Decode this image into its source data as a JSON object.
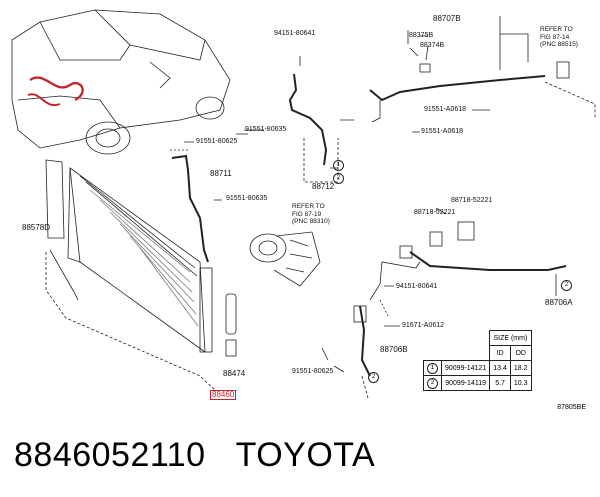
{
  "caption": {
    "part_number": "8846052110",
    "brand": "TOYOTA"
  },
  "figure_code": "87805BE",
  "labels": {
    "p88707B": "88707B",
    "p88375B": "88375B",
    "p88374B": "88374B",
    "p94151_80641_top": "94151-80641",
    "p91551_A0618_a": "91551-A0618",
    "p91551_A0618_b": "91551-A0618",
    "p91551_80635_a": "91551-80635",
    "p91551_80625_a": "91551-80625",
    "p88711": "88711",
    "p91551_80635_b": "91551-80635",
    "p88712": "88712",
    "p88578D": "88578D",
    "p88718_52221_a": "88718-52221",
    "p88718_52221_b": "88718-52221",
    "p94151_80641_mid": "94151-80641",
    "p88706A": "88706A",
    "p91671_A0612": "91671-A0612",
    "p88706B": "88706B",
    "p88474": "88474",
    "p91551_80625_b": "91551-80625",
    "p88460": "88460",
    "c1": "1",
    "c2": "2",
    "c2b": "2",
    "c2c": "2"
  },
  "refs": {
    "top_right": "REFER TO\nFIG 87-14\n(PNC 88515)",
    "compressor": "REFER TO\nFIG 87-19\n(PNC 88310)"
  },
  "size_table": {
    "header_size": "SIZE (mm)",
    "header_id": "ID",
    "header_od": "OD",
    "rows": [
      {
        "mark": "1",
        "part": "90099-14121",
        "id": "13.4",
        "od": "18.2"
      },
      {
        "mark": "2",
        "part": "90099-14119",
        "id": "5.7",
        "od": "10.3"
      }
    ]
  }
}
